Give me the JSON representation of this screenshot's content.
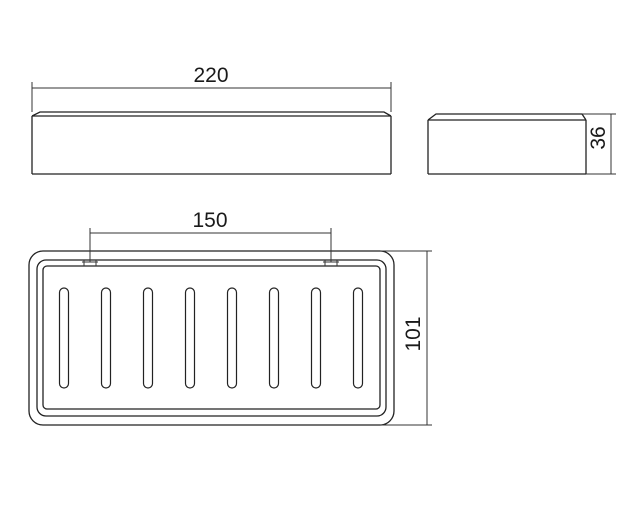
{
  "dimensions": {
    "overall_length": "220",
    "height": "36",
    "mounting_distance": "150",
    "depth": "101"
  },
  "views": {
    "front_view": {},
    "side_view": {},
    "top_view": {
      "slot_count": 8
    }
  }
}
